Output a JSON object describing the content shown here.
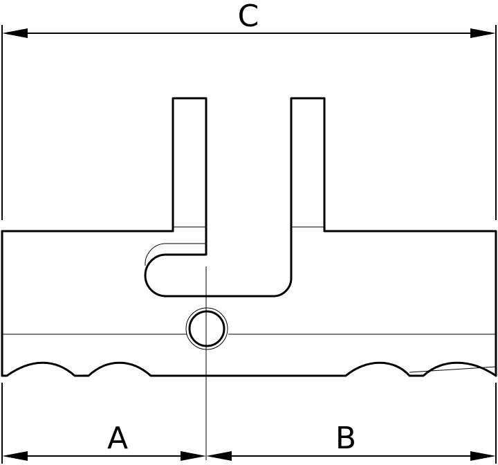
{
  "dimensions": {
    "overall_label": "C",
    "left_label": "A",
    "right_label": "B"
  },
  "colors": {
    "line": "#000000",
    "background": "#ffffff"
  }
}
